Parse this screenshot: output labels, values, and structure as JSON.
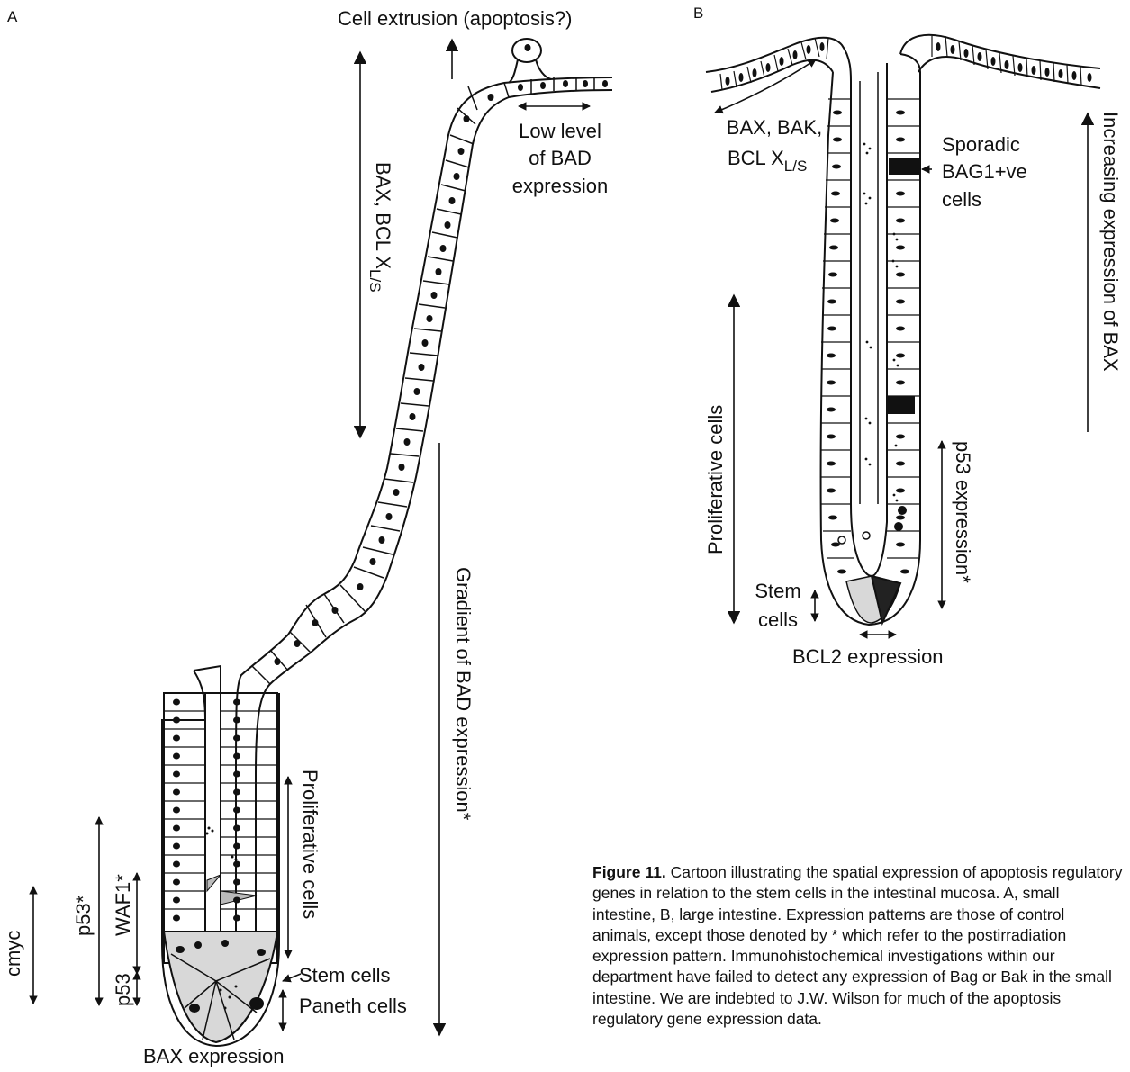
{
  "panel_a": {
    "letter": "A",
    "cell_extrusion": "Cell extrusion (apoptosis?)",
    "low_level": [
      "Low level",
      "of BAD",
      "expression"
    ],
    "bax_bcl": "BAX, BCL X",
    "bax_bcl_sub": "L/S",
    "gradient": "Gradient of BAD expression*",
    "proliferative": "Proliferative cells",
    "stem_cells": "Stem cells",
    "paneth_cells": "Paneth cells",
    "bax_expression": "BAX expression",
    "cmyc": "cmyc",
    "p53_star": "p53*",
    "waf1": "WAF1*",
    "p53": "p53"
  },
  "panel_b": {
    "letter": "B",
    "bax_bak": [
      "BAX, BAK,",
      "BCL X"
    ],
    "bcl_sub": "L/S",
    "sporadic": [
      "Sporadic",
      "BAG1+ve",
      "cells"
    ],
    "increasing": "Increasing expression of BAX",
    "proliferative": "Proliferative cells",
    "p53_expression": "p53 expression*",
    "stem": [
      "Stem",
      "cells"
    ],
    "bcl2": "BCL2 expression"
  },
  "caption": {
    "label": "Figure 11.",
    "text": " Cartoon illustrating the spatial expression of apoptosis regulatory genes in relation to the stem cells in the intestinal mucosa. A, small intestine, B, large intestine. Expression patterns are those of control animals, except those denoted by * which refer to the postirradiation expression pattern. Immunohistochemical investigations within our department have failed to detect any expression of Bag or Bak in the small intestine. We are indebted to J.W. Wilson for much of the apoptosis regulatory gene expression data."
  }
}
